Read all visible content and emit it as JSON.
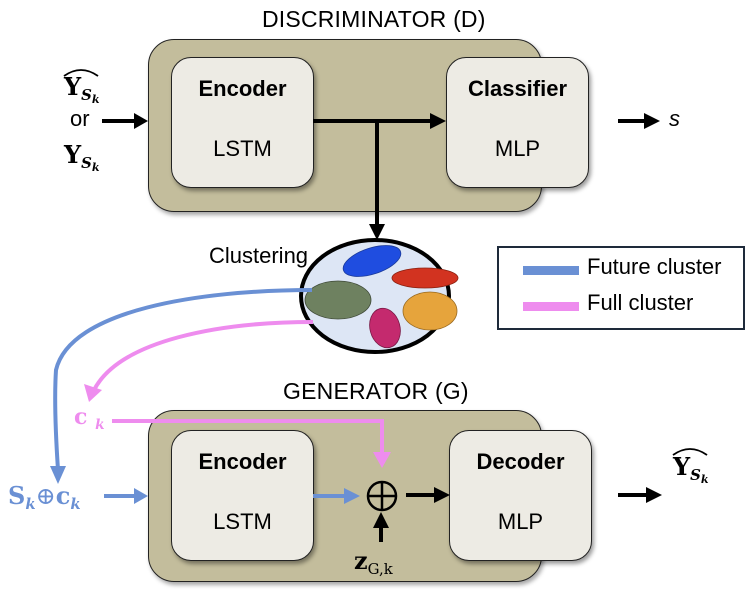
{
  "discriminator": {
    "title": "DISCRIMINATOR (D)",
    "encoder": {
      "heading": "Encoder",
      "subtitle": "LSTM"
    },
    "classifier": {
      "heading": "Classifier",
      "subtitle": "MLP"
    },
    "input_top": "Y",
    "input_or": "or",
    "input_bottom": "Y",
    "input_sub": "S",
    "input_subsub": "k",
    "output": "s"
  },
  "clustering": {
    "label": "Clustering",
    "clusters": [
      {
        "name": "blue",
        "color": "#1f4de0"
      },
      {
        "name": "red",
        "color": "#d23320"
      },
      {
        "name": "green",
        "color": "#6e8160"
      },
      {
        "name": "orange",
        "color": "#e6a43c"
      },
      {
        "name": "magenta",
        "color": "#c42a6e"
      }
    ],
    "fill": "#dde6f5"
  },
  "legend": {
    "items": [
      {
        "label": "Future cluster",
        "color": "#6a90d4"
      },
      {
        "label": "Full cluster",
        "color": "#ee8cee"
      }
    ]
  },
  "generator": {
    "title": "GENERATOR (G)",
    "encoder": {
      "heading": "Encoder",
      "subtitle": "LSTM"
    },
    "decoder": {
      "heading": "Decoder",
      "subtitle": "MLP"
    },
    "c_label": "c",
    "c_sub": "k",
    "input_s": "S",
    "input_s_sub": "k",
    "input_op": "⊕",
    "input_c": "c",
    "input_c_sub": "k",
    "combine_op": "⊕",
    "noise": "z",
    "noise_sub": "G,k",
    "output": "Y",
    "output_sub": "S",
    "output_subsub": "k"
  },
  "colors": {
    "future": "#6a90d4",
    "full": "#ee8cee",
    "box_outer": "#c3bd9c",
    "box_inner": "#edebe4"
  }
}
